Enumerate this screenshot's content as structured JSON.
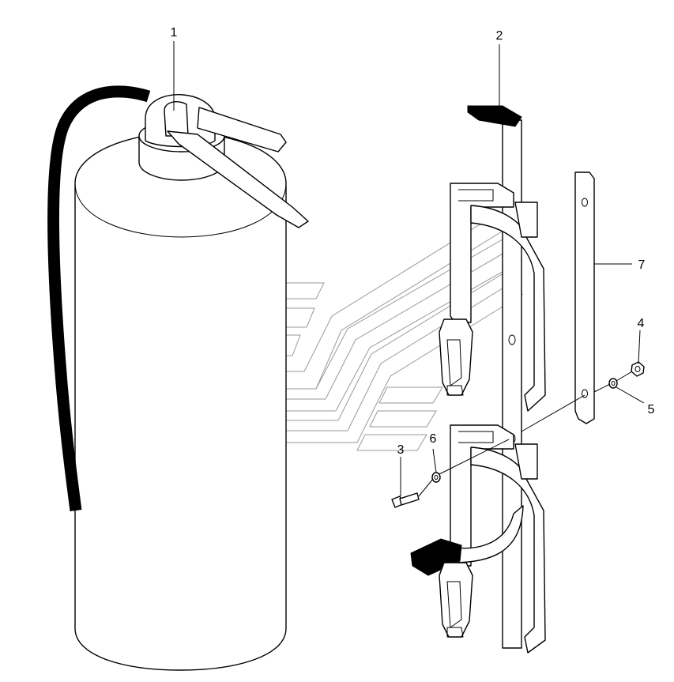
{
  "callouts": [
    {
      "id": "1",
      "label": "1"
    },
    {
      "id": "2",
      "label": "2"
    },
    {
      "id": "3",
      "label": "3"
    },
    {
      "id": "4",
      "label": "4"
    },
    {
      "id": "5",
      "label": "5"
    },
    {
      "id": "6",
      "label": "6"
    },
    {
      "id": "7",
      "label": "7"
    }
  ],
  "icons": {
    "extinguisher": "fire-extinguisher-icon",
    "bracket": "wall-bracket-icon",
    "watermark": "logo-watermark"
  },
  "colors": {
    "line": "#000000",
    "background": "#ffffff",
    "watermark": "#9a9a9a"
  }
}
